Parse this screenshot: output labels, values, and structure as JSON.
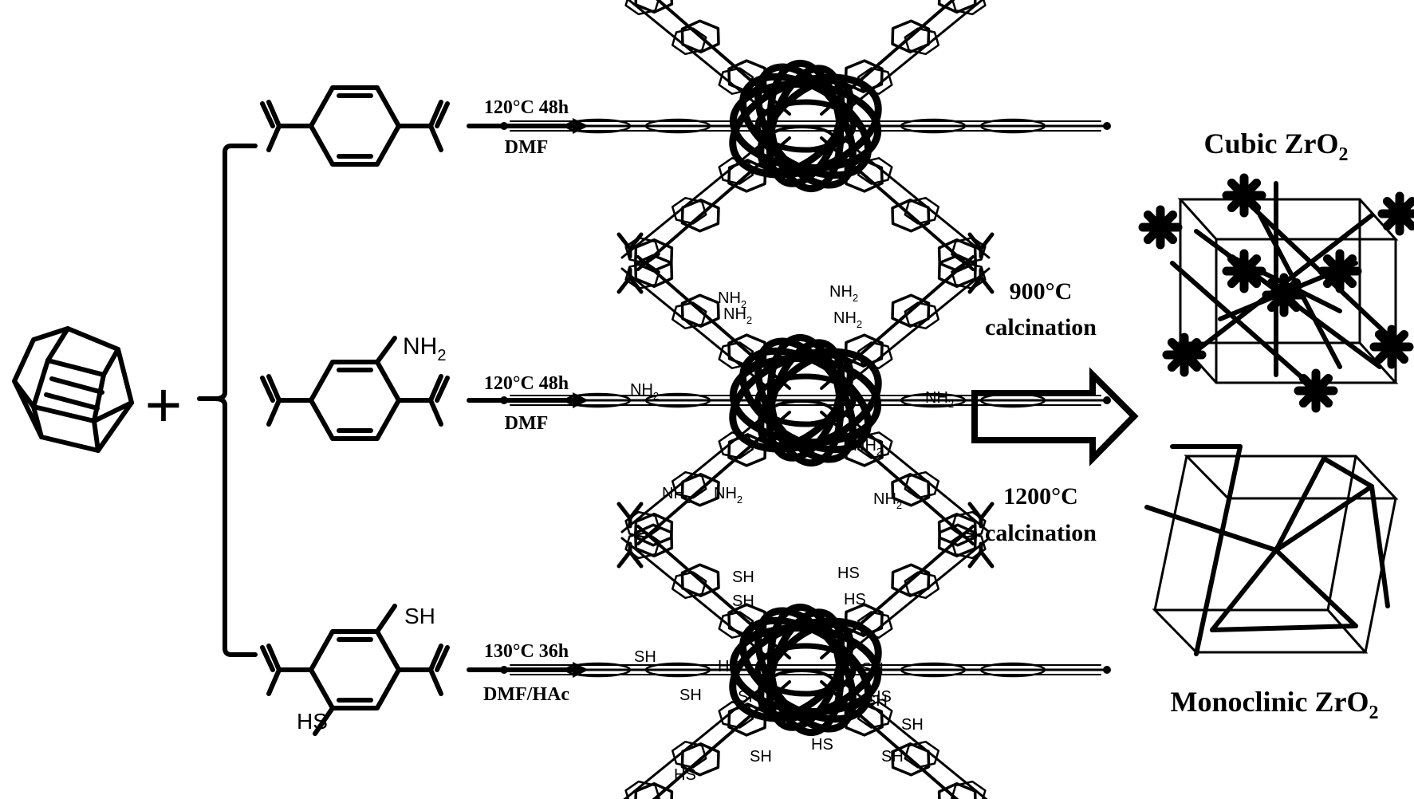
{
  "colors": {
    "ink": "#000000",
    "background": "#ffffff"
  },
  "plus_sign": "+",
  "linkers": {
    "top": {
      "substituents": []
    },
    "middle": {
      "substituents": [
        "NH2"
      ]
    },
    "bottom": {
      "substituents": [
        "SH",
        "HS"
      ]
    }
  },
  "reactions": [
    {
      "condition": "120°C 48h",
      "solvent": "DMF"
    },
    {
      "condition": "120°C 48h",
      "solvent": "DMF"
    },
    {
      "condition": "130°C 36h",
      "solvent": "DMF/HAc"
    }
  ],
  "mof_labels": {
    "nh2": {
      "text": "NH",
      "sub": "2"
    },
    "sh": "SH",
    "hs": "HS"
  },
  "calcination": {
    "upper": {
      "temperature": "900°C",
      "process": "calcination"
    },
    "lower": {
      "temperature": "1200°C",
      "process": "calcination"
    }
  },
  "products": {
    "cubic": {
      "name": "Cubic ZrO",
      "subscript": "2"
    },
    "monoclinic": {
      "name": "Monoclinic ZrO",
      "subscript": "2"
    }
  }
}
